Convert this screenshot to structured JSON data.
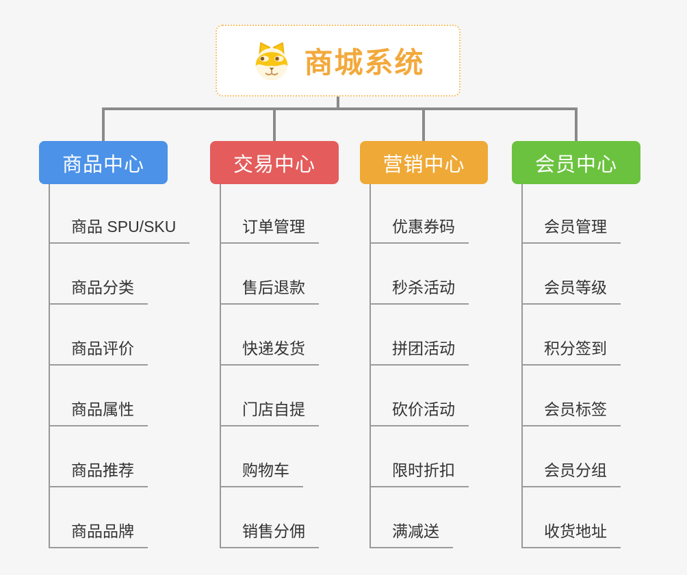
{
  "diagram": {
    "type": "mind-map",
    "background_color": "#f6f6f6",
    "connector_color": "#8a8a8a",
    "leaf_line_color": "#9a9a9a",
    "leaf_text_color": "#333333"
  },
  "root": {
    "title": "商城系统",
    "icon": "shiba-dog-icon",
    "title_color": "#f2a93c",
    "border_color": "#f7c26b"
  },
  "branches": [
    {
      "label": "商品中心",
      "color": "#4b92e8",
      "items": [
        "商品 SPU/SKU",
        "商品分类",
        "商品评价",
        "商品属性",
        "商品推荐",
        "商品品牌"
      ]
    },
    {
      "label": "交易中心",
      "color": "#e45c5c",
      "items": [
        "订单管理",
        "售后退款",
        "快递发货",
        "门店自提",
        "购物车",
        "销售分佣"
      ]
    },
    {
      "label": "营销中心",
      "color": "#efa937",
      "items": [
        "优惠券码",
        "秒杀活动",
        "拼团活动",
        "砍价活动",
        "限时折扣",
        "满减送"
      ]
    },
    {
      "label": "会员中心",
      "color": "#6bc23f",
      "items": [
        "会员管理",
        "会员等级",
        "积分签到",
        "会员标签",
        "会员分组",
        "收货地址"
      ]
    }
  ]
}
